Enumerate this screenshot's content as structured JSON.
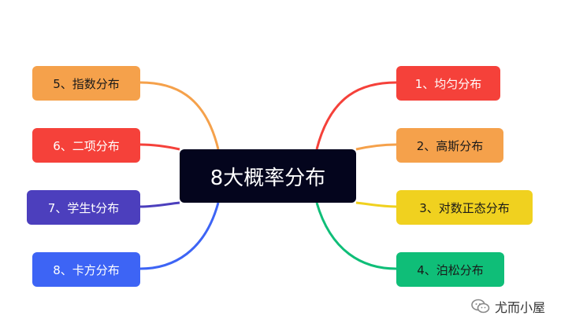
{
  "center": {
    "label": "8大概率分布"
  },
  "nodes": [
    {
      "id": "n1",
      "label": "1、均匀分布",
      "color": "#f5413a",
      "text": "#ffffff"
    },
    {
      "id": "n2",
      "label": "2、高斯分布",
      "color": "#f5a14b",
      "text": "#1a1a1a"
    },
    {
      "id": "n3",
      "label": "3、对数正态分布",
      "color": "#f0d11f",
      "text": "#1a1a1a"
    },
    {
      "id": "n4",
      "label": "4、泊松分布",
      "color": "#0fbe78",
      "text": "#1a1a1a"
    },
    {
      "id": "n5",
      "label": "5、指数分布",
      "color": "#f5a14b",
      "text": "#1a1a1a"
    },
    {
      "id": "n6",
      "label": "6、二项分布",
      "color": "#f5413a",
      "text": "#ffffff"
    },
    {
      "id": "n7",
      "label": "7、学生t分布",
      "color": "#4c3fbd",
      "text": "#ffffff"
    },
    {
      "id": "n8",
      "label": "8、卡方分布",
      "color": "#3d64f5",
      "text": "#ffffff"
    }
  ],
  "watermark": {
    "text": "尤而小屋",
    "icon": "wechat-icon"
  }
}
